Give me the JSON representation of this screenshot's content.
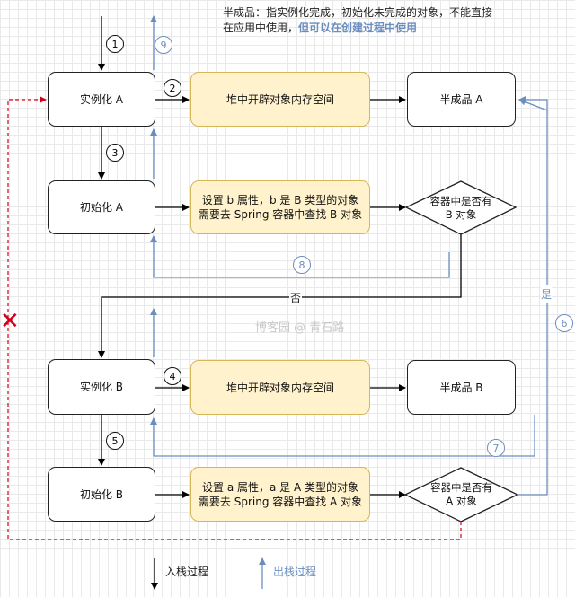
{
  "note": {
    "line1": "半成品：指实例化完成，初始化未完成的对象，不能直接",
    "line2_plain": "在应用中使用，",
    "line2_highlight": "但可以在创建过程中使用"
  },
  "boxes": {
    "instantiate_a": "实例化 A",
    "heap_alloc_a": "堆中开辟对象内存空间",
    "half_product_a": "半成品 A",
    "init_a": "初始化 A",
    "set_b_line1": "设置 b 属性，b 是 B 类型的对象",
    "set_b_line2": "需要去 Spring 容器中查找 B 对象",
    "container_has_b_line1": "容器中是否有",
    "container_has_b_line2": "B 对象",
    "instantiate_b": "实例化 B",
    "heap_alloc_b": "堆中开辟对象内存空间",
    "half_product_b": "半成品 B",
    "init_b": "初始化 B",
    "set_a_line1": "设置 a 属性，a 是 A 类型的对象",
    "set_a_line2": "需要去 Spring 容器中查找 A 对象",
    "container_has_a_line1": "容器中是否有",
    "container_has_a_line2": "A 对象"
  },
  "steps": {
    "s1": "1",
    "s2": "2",
    "s3": "3",
    "s4": "4",
    "s5": "5",
    "s6": "6",
    "s7": "7",
    "s8": "8",
    "s9": "9"
  },
  "edge_labels": {
    "no": "否",
    "yes": "是"
  },
  "watermark": "博客园 @ 青石路",
  "legend": {
    "push": "入栈过程",
    "pop": "出栈过程"
  },
  "colors": {
    "push_arrow": "#000000",
    "pop_arrow": "#6c8ebf",
    "failed_path": "#d0021b",
    "process_fill": "#fff2cc"
  }
}
